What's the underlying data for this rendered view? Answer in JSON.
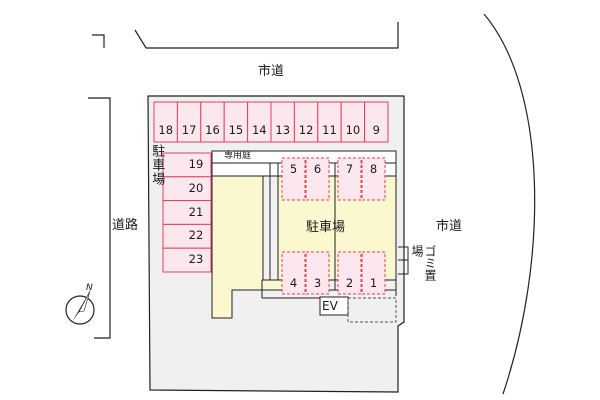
{
  "roads": {
    "top": "市道",
    "left": "道路",
    "right": "市道"
  },
  "lot": {
    "parking_label_left": "駐車場",
    "parking_label_center": "駐車場",
    "private_garden": "専用庭",
    "garbage_area": "ゴミ置場",
    "elevator": "EV"
  },
  "top_row_spaces": [
    "18",
    "17",
    "16",
    "15",
    "14",
    "13",
    "12",
    "11",
    "10",
    "9"
  ],
  "left_column_spaces": [
    "19",
    "20",
    "21",
    "22",
    "23"
  ],
  "center_top_spaces": [
    "5",
    "6",
    "7",
    "8"
  ],
  "center_bottom_spaces": [
    "4",
    "3",
    "2",
    "1"
  ],
  "compass": {
    "north": "N"
  },
  "colors": {
    "site": "#f0f0f0",
    "building": "#fbf7cf",
    "space_fill": "#fde7ee",
    "space_line": "#e0405a",
    "outline": "#222222"
  }
}
